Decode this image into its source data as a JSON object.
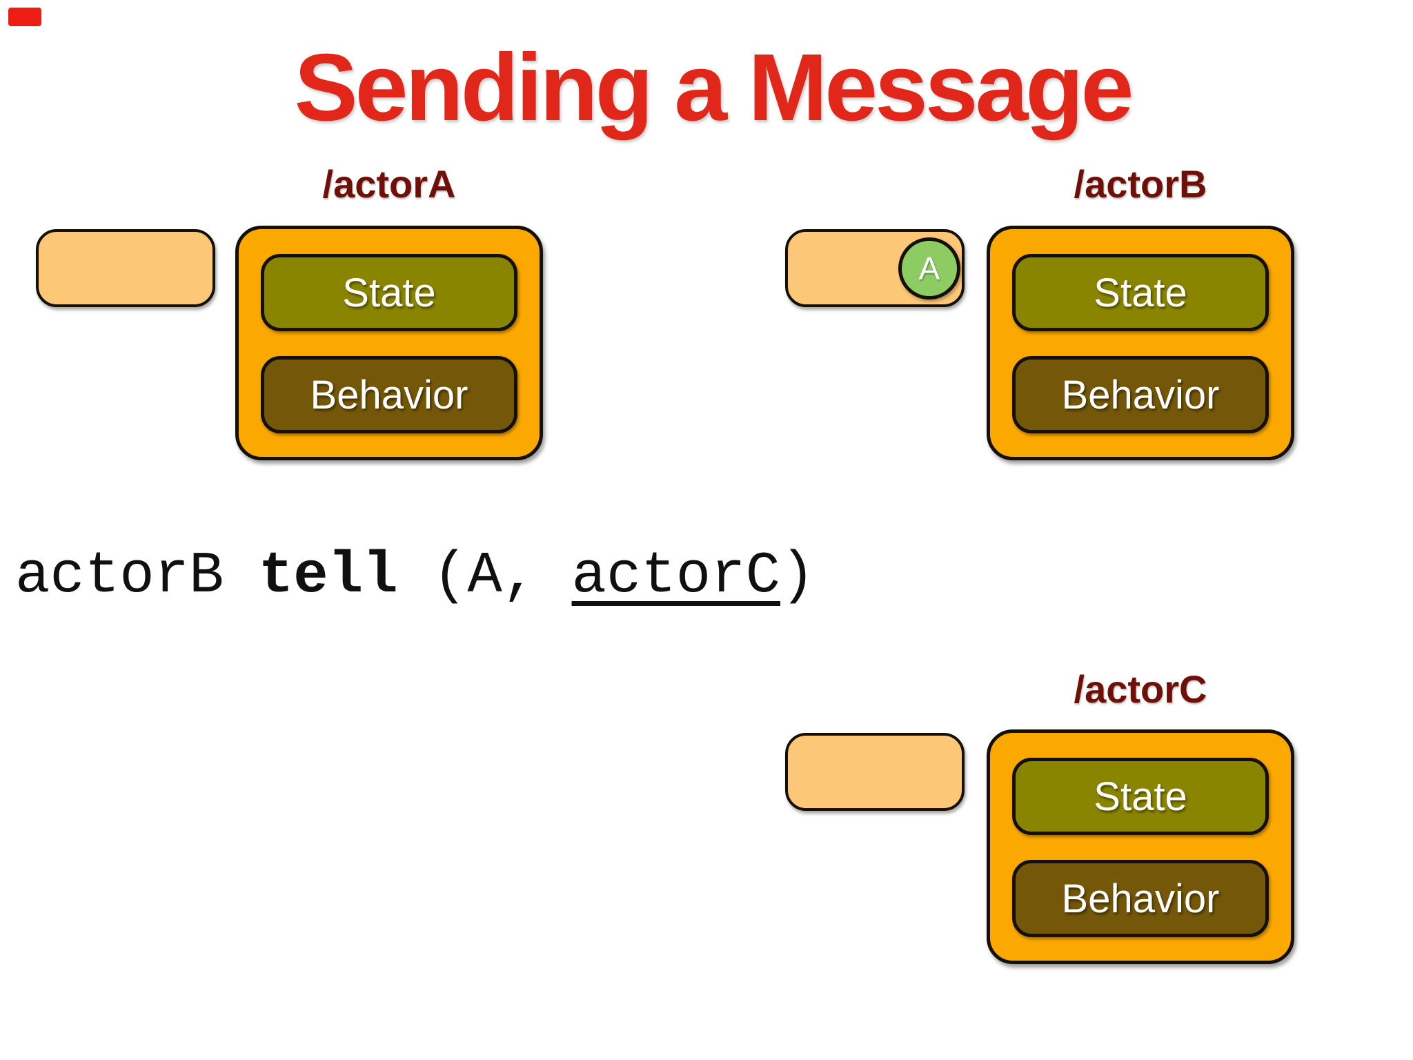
{
  "slide": {
    "title": "Sending a Message",
    "code_line": {
      "prefix": "actorB ",
      "keyword": "tell",
      "middle": " (A, ",
      "argument": "actorC",
      "suffix": ")"
    },
    "actors": [
      {
        "label": "/actorA",
        "state_label": "State",
        "behavior_label": "Behavior",
        "mailbox_message": ""
      },
      {
        "label": "/actorB",
        "state_label": "State",
        "behavior_label": "Behavior",
        "mailbox_message": "A"
      },
      {
        "label": "/actorC",
        "state_label": "State",
        "behavior_label": "Behavior",
        "mailbox_message": ""
      }
    ],
    "colors": {
      "title_red": "#e0271a",
      "path_label_maroon": "#6e1008",
      "actor_box_orange": "#fba800",
      "state_olive": "#8a8500",
      "behavior_brown": "#745708",
      "mailbox_peach": "#fdc778",
      "message_green": "#8ccc63",
      "outline_black": "#141005",
      "code_black": "#101010",
      "background": "#ffffff"
    }
  }
}
